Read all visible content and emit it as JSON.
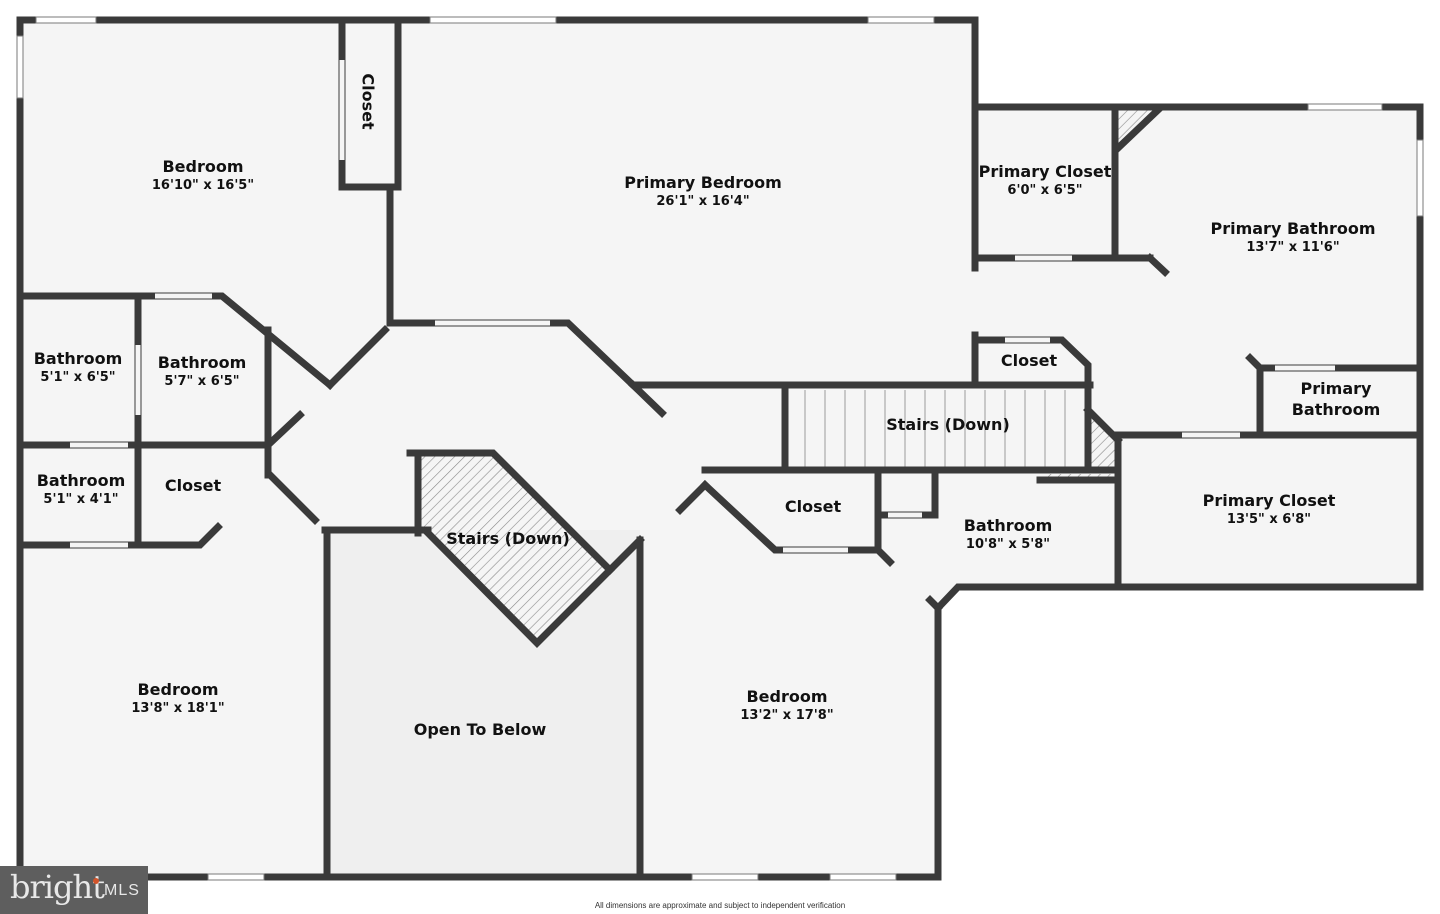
{
  "floorplan": {
    "rooms": [
      {
        "id": "bedroom-1",
        "name": "Bedroom",
        "dimensions": "16'10\" x 16'5\""
      },
      {
        "id": "closet-1",
        "name": "Closet",
        "dimensions": ""
      },
      {
        "id": "primary-bedroom",
        "name": "Primary Bedroom",
        "dimensions": "26'1\" x 16'4\""
      },
      {
        "id": "primary-closet-1",
        "name": "Primary Closet",
        "dimensions": "6'0\" x 6'5\""
      },
      {
        "id": "primary-bathroom-1",
        "name": "Primary Bathroom",
        "dimensions": "13'7\" x 11'6\""
      },
      {
        "id": "bathroom-1",
        "name": "Bathroom",
        "dimensions": "5'1\" x 6'5\""
      },
      {
        "id": "bathroom-2",
        "name": "Bathroom",
        "dimensions": "5'7\" x 6'5\""
      },
      {
        "id": "closet-2",
        "name": "Closet",
        "dimensions": ""
      },
      {
        "id": "primary-bathroom-2",
        "name": "Primary Bathroom",
        "dimensions": ""
      },
      {
        "id": "stairs-1",
        "name": "Stairs (Down)",
        "dimensions": ""
      },
      {
        "id": "bathroom-3",
        "name": "Bathroom",
        "dimensions": "5'1\" x 4'1\""
      },
      {
        "id": "closet-3",
        "name": "Closet",
        "dimensions": ""
      },
      {
        "id": "stairs-2",
        "name": "Stairs (Down)",
        "dimensions": ""
      },
      {
        "id": "closet-4",
        "name": "Closet",
        "dimensions": ""
      },
      {
        "id": "bathroom-4",
        "name": "Bathroom",
        "dimensions": "10'8\" x 5'8\""
      },
      {
        "id": "primary-closet-2",
        "name": "Primary Closet",
        "dimensions": "13'5\" x 6'8\""
      },
      {
        "id": "bedroom-2",
        "name": "Bedroom",
        "dimensions": "13'8\" x 18'1\""
      },
      {
        "id": "open-to-below",
        "name": "Open To Below",
        "dimensions": ""
      },
      {
        "id": "bedroom-3",
        "name": "Bedroom",
        "dimensions": "13'2\" x 17'8\""
      }
    ],
    "primary_bathroom_2_lines": [
      "Primary",
      "Bathroom"
    ],
    "colors": {
      "wall": "#3a3a3a",
      "floor": "#f5f5f5",
      "open_to_below": "#efefef",
      "logo_bg": "#5e5e5e",
      "logo_accent": "#d2542a"
    }
  },
  "logo": {
    "brand": "bright",
    "suffix": "MLS"
  },
  "disclaimer": "All dimensions are approximate and subject to independent verification"
}
